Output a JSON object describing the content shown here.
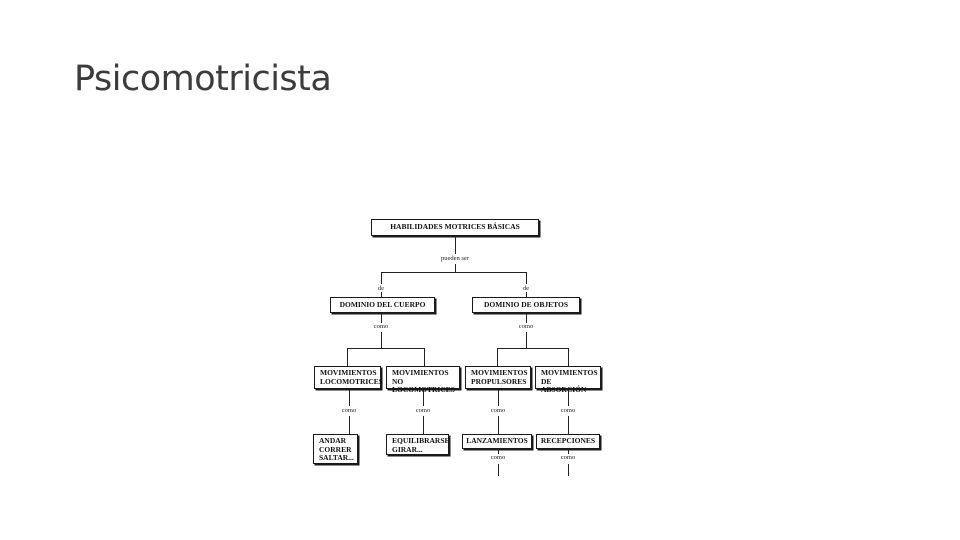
{
  "slide": {
    "title": "Psicomotricista"
  },
  "diagram": {
    "root": "HABILIDADES MOTRICES BÁSICAS",
    "root_link": "pueden ser",
    "level1_link_left": "de",
    "level1_link_right": "de",
    "level1": [
      "DOMINIO DEL CUERPO",
      "DOMINIO DE OBJETOS"
    ],
    "level1_child_link_left": "como",
    "level1_child_link_right": "como",
    "level2": [
      [
        "MOVIMIENTOS",
        "LOCOMOTRICES"
      ],
      [
        "MOVIMIENTOS",
        "NO LOCOMOTRICES"
      ],
      [
        "MOVIMIENTOS",
        "PROPULSORES"
      ],
      [
        "MOVIMIENTOS",
        "DE ABSORCIÓN"
      ]
    ],
    "level2_links": [
      "como",
      "como",
      "como",
      "como"
    ],
    "level3": [
      [
        "ANDAR",
        "CORRER",
        "SALTAR..."
      ],
      [
        "EQUILIBRARSE",
        "GIRAR..."
      ],
      [
        "LANZAMIENTOS"
      ],
      [
        "RECEPCIONES"
      ]
    ],
    "level3_links": [
      "como",
      "como"
    ]
  }
}
